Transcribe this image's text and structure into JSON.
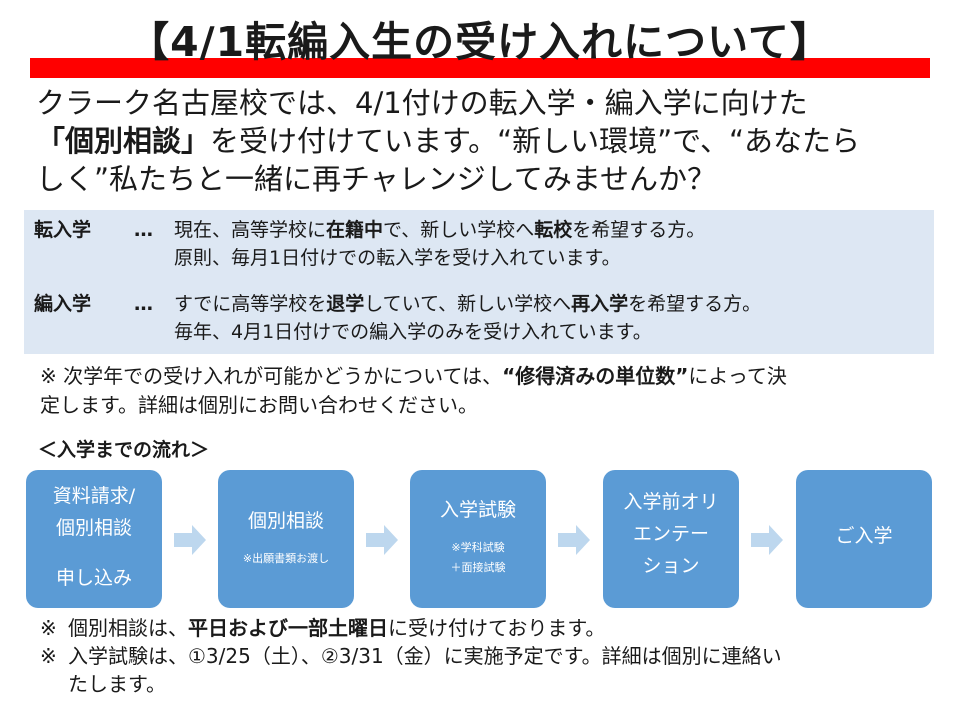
{
  "title": "【4/1転編入生の受け入れについて】",
  "intro": {
    "line1": "クラーク名古屋校では、4/1付けの転入学・編入学に向けた",
    "line2_bold": "「個別相談」",
    "line2_rest": "を受け付けています。“新しい環境”で、“あなたら",
    "line3": "しく”私たちと一緒に再チャレンジしてみませんか？"
  },
  "definitions": {
    "dots": "…",
    "transfer": {
      "term": "転入学",
      "l1_a": "現在、高等学校に",
      "l1_b": "在籍中",
      "l1_c": "で、新しい学校へ",
      "l1_d": "転校",
      "l1_e": "を希望する方。",
      "l2": "原則、毎月1日付けでの転入学を受け入れています。"
    },
    "reenroll": {
      "term": "編入学",
      "l1_a": "すでに高等学校を",
      "l1_b": "退学",
      "l1_c": "していて、新しい学校へ",
      "l1_d": "再入学",
      "l1_e": "を希望する方。",
      "l2": "毎年、4月1日付けでの編入学のみを受け入れています。"
    }
  },
  "note1": {
    "a": "※ 次学年での受け入れが可能かどうかについては、",
    "b": "“修得済みの単位数”",
    "c": "によって決",
    "d": "定します。詳細は個別にお問い合わせください。"
  },
  "flow": {
    "heading": "＜入学までの流れ＞",
    "steps": [
      {
        "line1": "資料請求/",
        "line2": "個別相談",
        "line3": "申し込み"
      },
      {
        "line1": "個別相談",
        "sub1": "※出願書類お渡し"
      },
      {
        "line1": "入学試験",
        "sub1": "※学科試験",
        "sub2": "＋面接試験"
      },
      {
        "line1": "入学前オリ",
        "line2": "エンテー",
        "line3": "ション"
      },
      {
        "line1": "ご入学"
      }
    ]
  },
  "notes2": {
    "mark": "※",
    "n1_a": "個別相談は、",
    "n1_b": "平日および一部土曜日",
    "n1_c": "に受け付けております。",
    "n2_a": "入学試験は、①3/25（土）、②3/31（金）に実施予定です。詳細は個別に連絡い",
    "n2_b": "たします。"
  },
  "colors": {
    "title_bar": "#ff0000",
    "definition_box": "#dde7f3",
    "step_box": "#5b9bd5",
    "arrow": "#bdd7ee"
  },
  "icons": [
    "right-arrow-icon"
  ]
}
